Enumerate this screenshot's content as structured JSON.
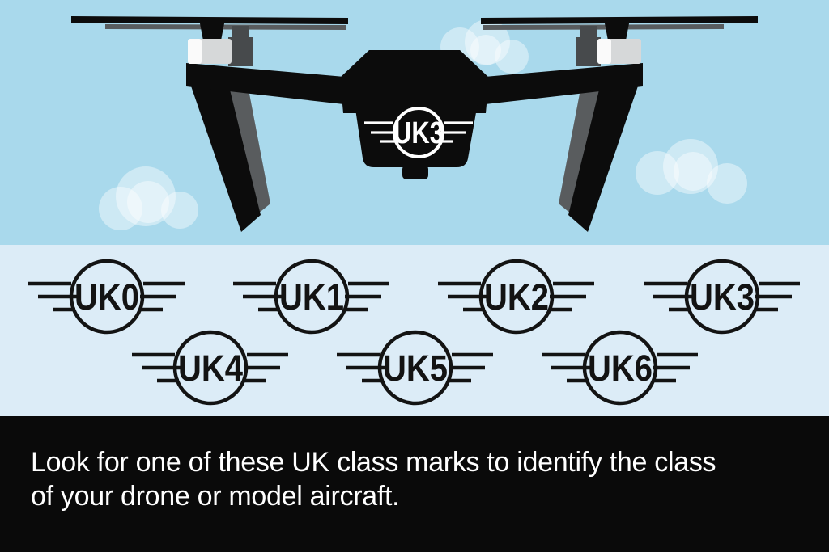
{
  "drone": {
    "badge_label": "UK3"
  },
  "class_marks": [
    {
      "label": "UK0"
    },
    {
      "label": "UK1"
    },
    {
      "label": "UK2"
    },
    {
      "label": "UK3"
    },
    {
      "label": "UK4"
    },
    {
      "label": "UK5"
    },
    {
      "label": "UK6"
    }
  ],
  "caption": {
    "line1": "Look for one of these UK class marks to identify the class",
    "line2": "of your drone or model aircraft."
  },
  "colors": {
    "sky": "#a9d9ec",
    "band": "#dcecf7",
    "footer": "#0a0a0a",
    "mark": "#131313",
    "badgewhite": "#ffffff",
    "droneblack": "#0c0c0c",
    "graymid": "#595c5e",
    "graydark": "#474a4c",
    "motorlight": "#d6d8d9",
    "motorhighlight": "#fafafa",
    "cloud": "rgba(255,255,255,0.42)",
    "captiontext": "#ffffff"
  }
}
